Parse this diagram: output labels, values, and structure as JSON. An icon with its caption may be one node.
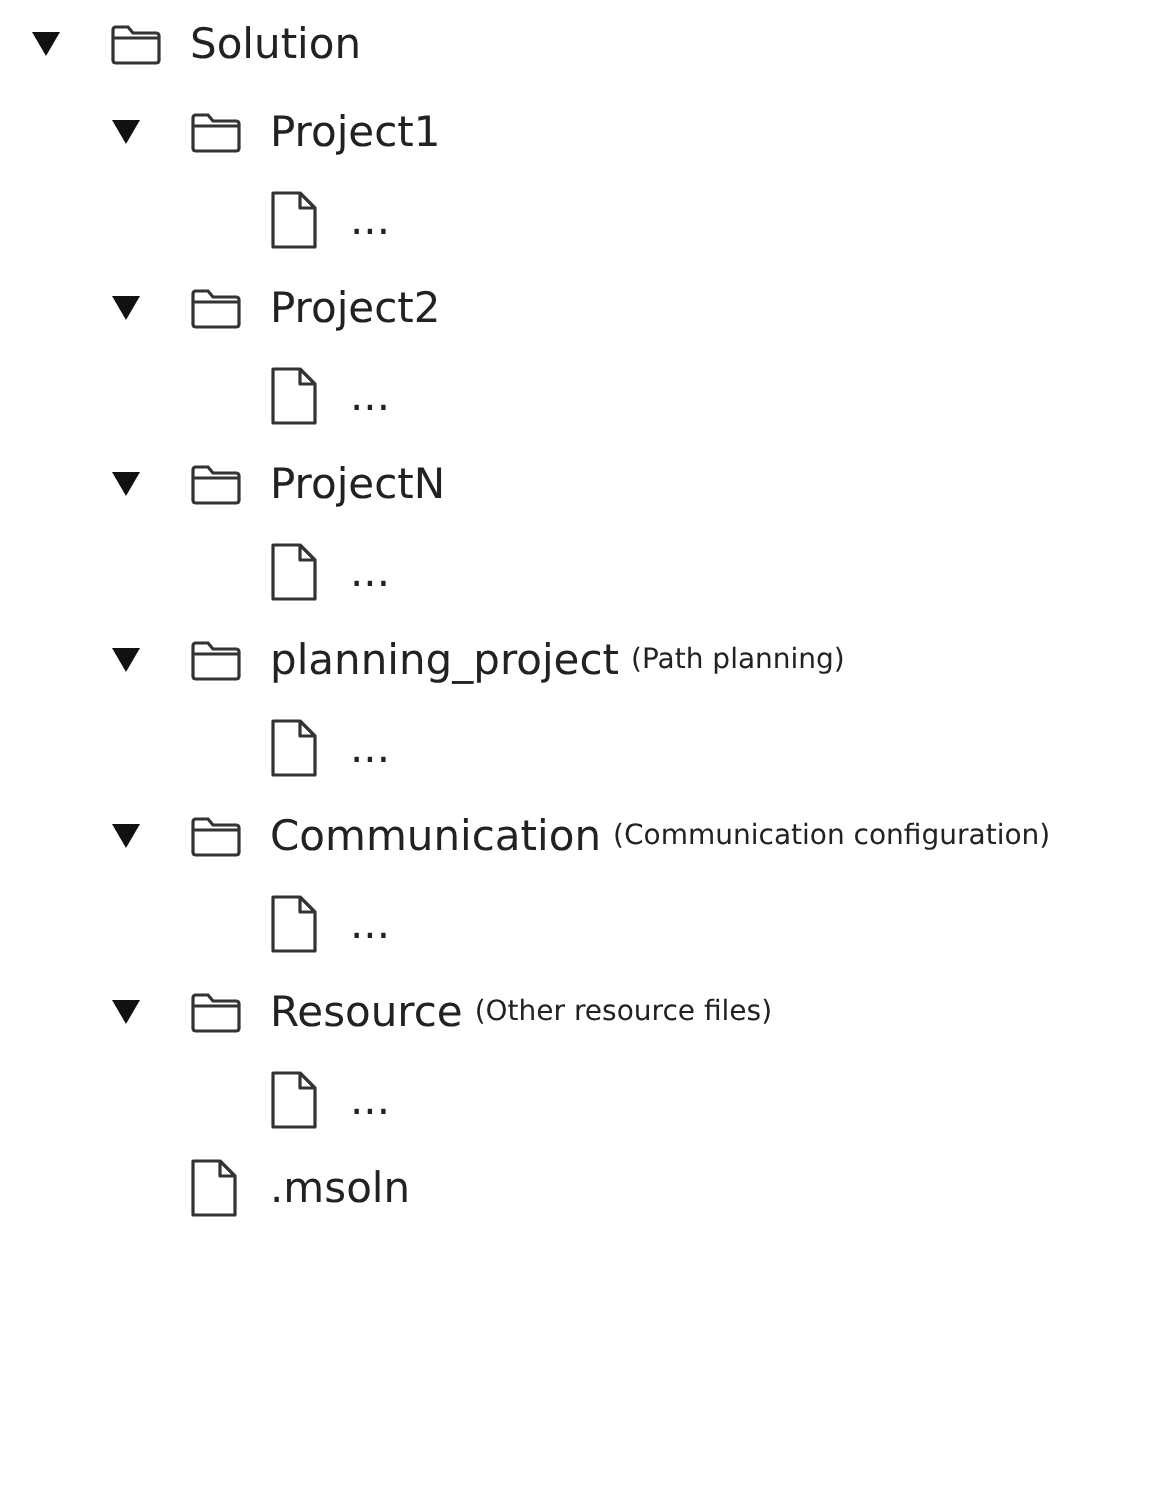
{
  "diagram": {
    "nodes": [
      {
        "text": [
          "Solution"
        ]
      },
      {
        "text": [
          "Project1"
        ]
      },
      {
        "text": [
          "..."
        ]
      },
      {
        "text": [
          "Project2"
        ]
      },
      {
        "text": [
          "..."
        ]
      },
      {
        "text": [
          "ProjectN"
        ]
      },
      {
        "text": [
          "..."
        ]
      },
      {
        "text": [
          "planning_project"
        ],
        "beside": [
          "(Path planning)"
        ]
      },
      {
        "text": [
          "..."
        ]
      },
      {
        "text": [
          "Communication"
        ],
        "beside": [
          "(Communication configuration)"
        ]
      },
      {
        "text": [
          "..."
        ]
      },
      {
        "text": [
          "Resource"
        ],
        "beside": [
          "(Other resource files)"
        ]
      },
      {
        "text": [
          "..."
        ]
      },
      {
        "text": [
          ".msoln"
        ]
      }
    ]
  }
}
